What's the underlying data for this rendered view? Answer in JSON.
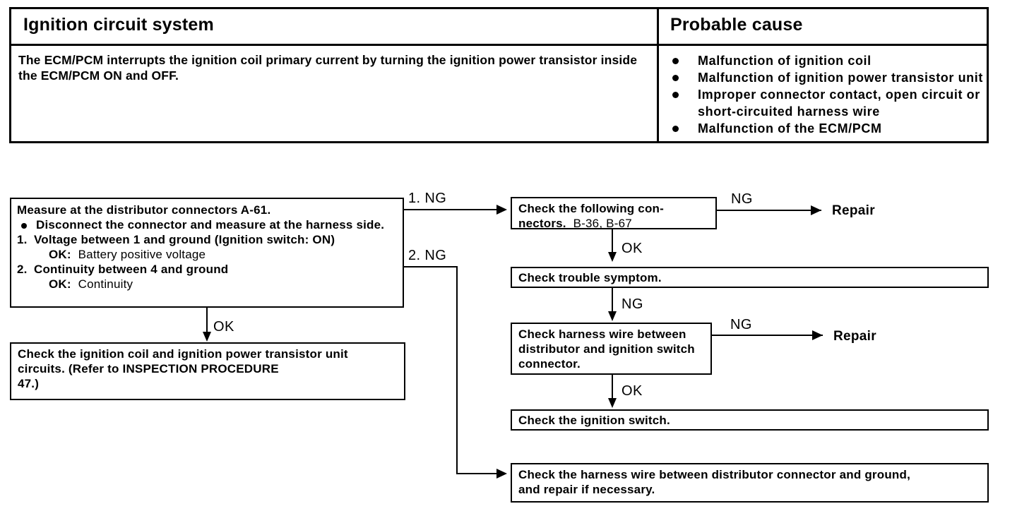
{
  "table": {
    "headers": {
      "left": "Ignition circuit system",
      "right": "Probable cause"
    },
    "description": "The ECM/PCM interrupts the ignition coil primary current by turning the ignition power transistor inside the ECM/PCM ON and OFF.",
    "probable_causes": [
      "Malfunction of ignition coil",
      "Malfunction of ignition power transistor unit",
      "Improper connector contact, open circuit or short-circuited harness wire",
      "Malfunction of the ECM/PCM"
    ]
  },
  "flow": {
    "measure_box": {
      "title": "Measure at the distributor connectors A-61.",
      "bullet": "Disconnect the connector and measure at the harness side.",
      "step1_num": "1.",
      "step1": "Voltage between 1 and ground (Ignition switch: ON)",
      "step1_ok": "OK:",
      "step1_ok_value": "Battery positive voltage",
      "step2_num": "2.",
      "step2": "Continuity between 4 and ground",
      "step2_ok": "OK:",
      "step2_ok_value": "Continuity"
    },
    "coil_box_line1": "Check the ignition coil and ignition power transistor unit",
    "coil_box_line2": "circuits. (Refer to INSPECTION PROCEDURE",
    "coil_box_line3": "47.)",
    "conn_box_line1": "Check the following con-",
    "conn_box_line2": "nectors.",
    "conn_box_line2b": "B-36, B-67",
    "symptom_box": "Check trouble symptom.",
    "harness_box_line1": "Check harness wire between",
    "harness_box_line2": "distributor and ignition switch",
    "harness_box_line3": "connector.",
    "switch_box": "Check the ignition switch.",
    "ground_box_line1": "Check the harness wire between distributor connector and ground,",
    "ground_box_line2": "and repair if necessary.",
    "labels": {
      "ng1": "1. NG",
      "ng2": "2. NG",
      "ok_left": "OK",
      "ng_conn": "NG",
      "ok_conn": "OK",
      "ng_symptom": "NG",
      "ng_harness": "NG",
      "ok_harness": "OK",
      "repair1": "Repair",
      "repair2": "Repair"
    }
  },
  "colors": {
    "ink": "#000000",
    "paper": "#ffffff"
  }
}
